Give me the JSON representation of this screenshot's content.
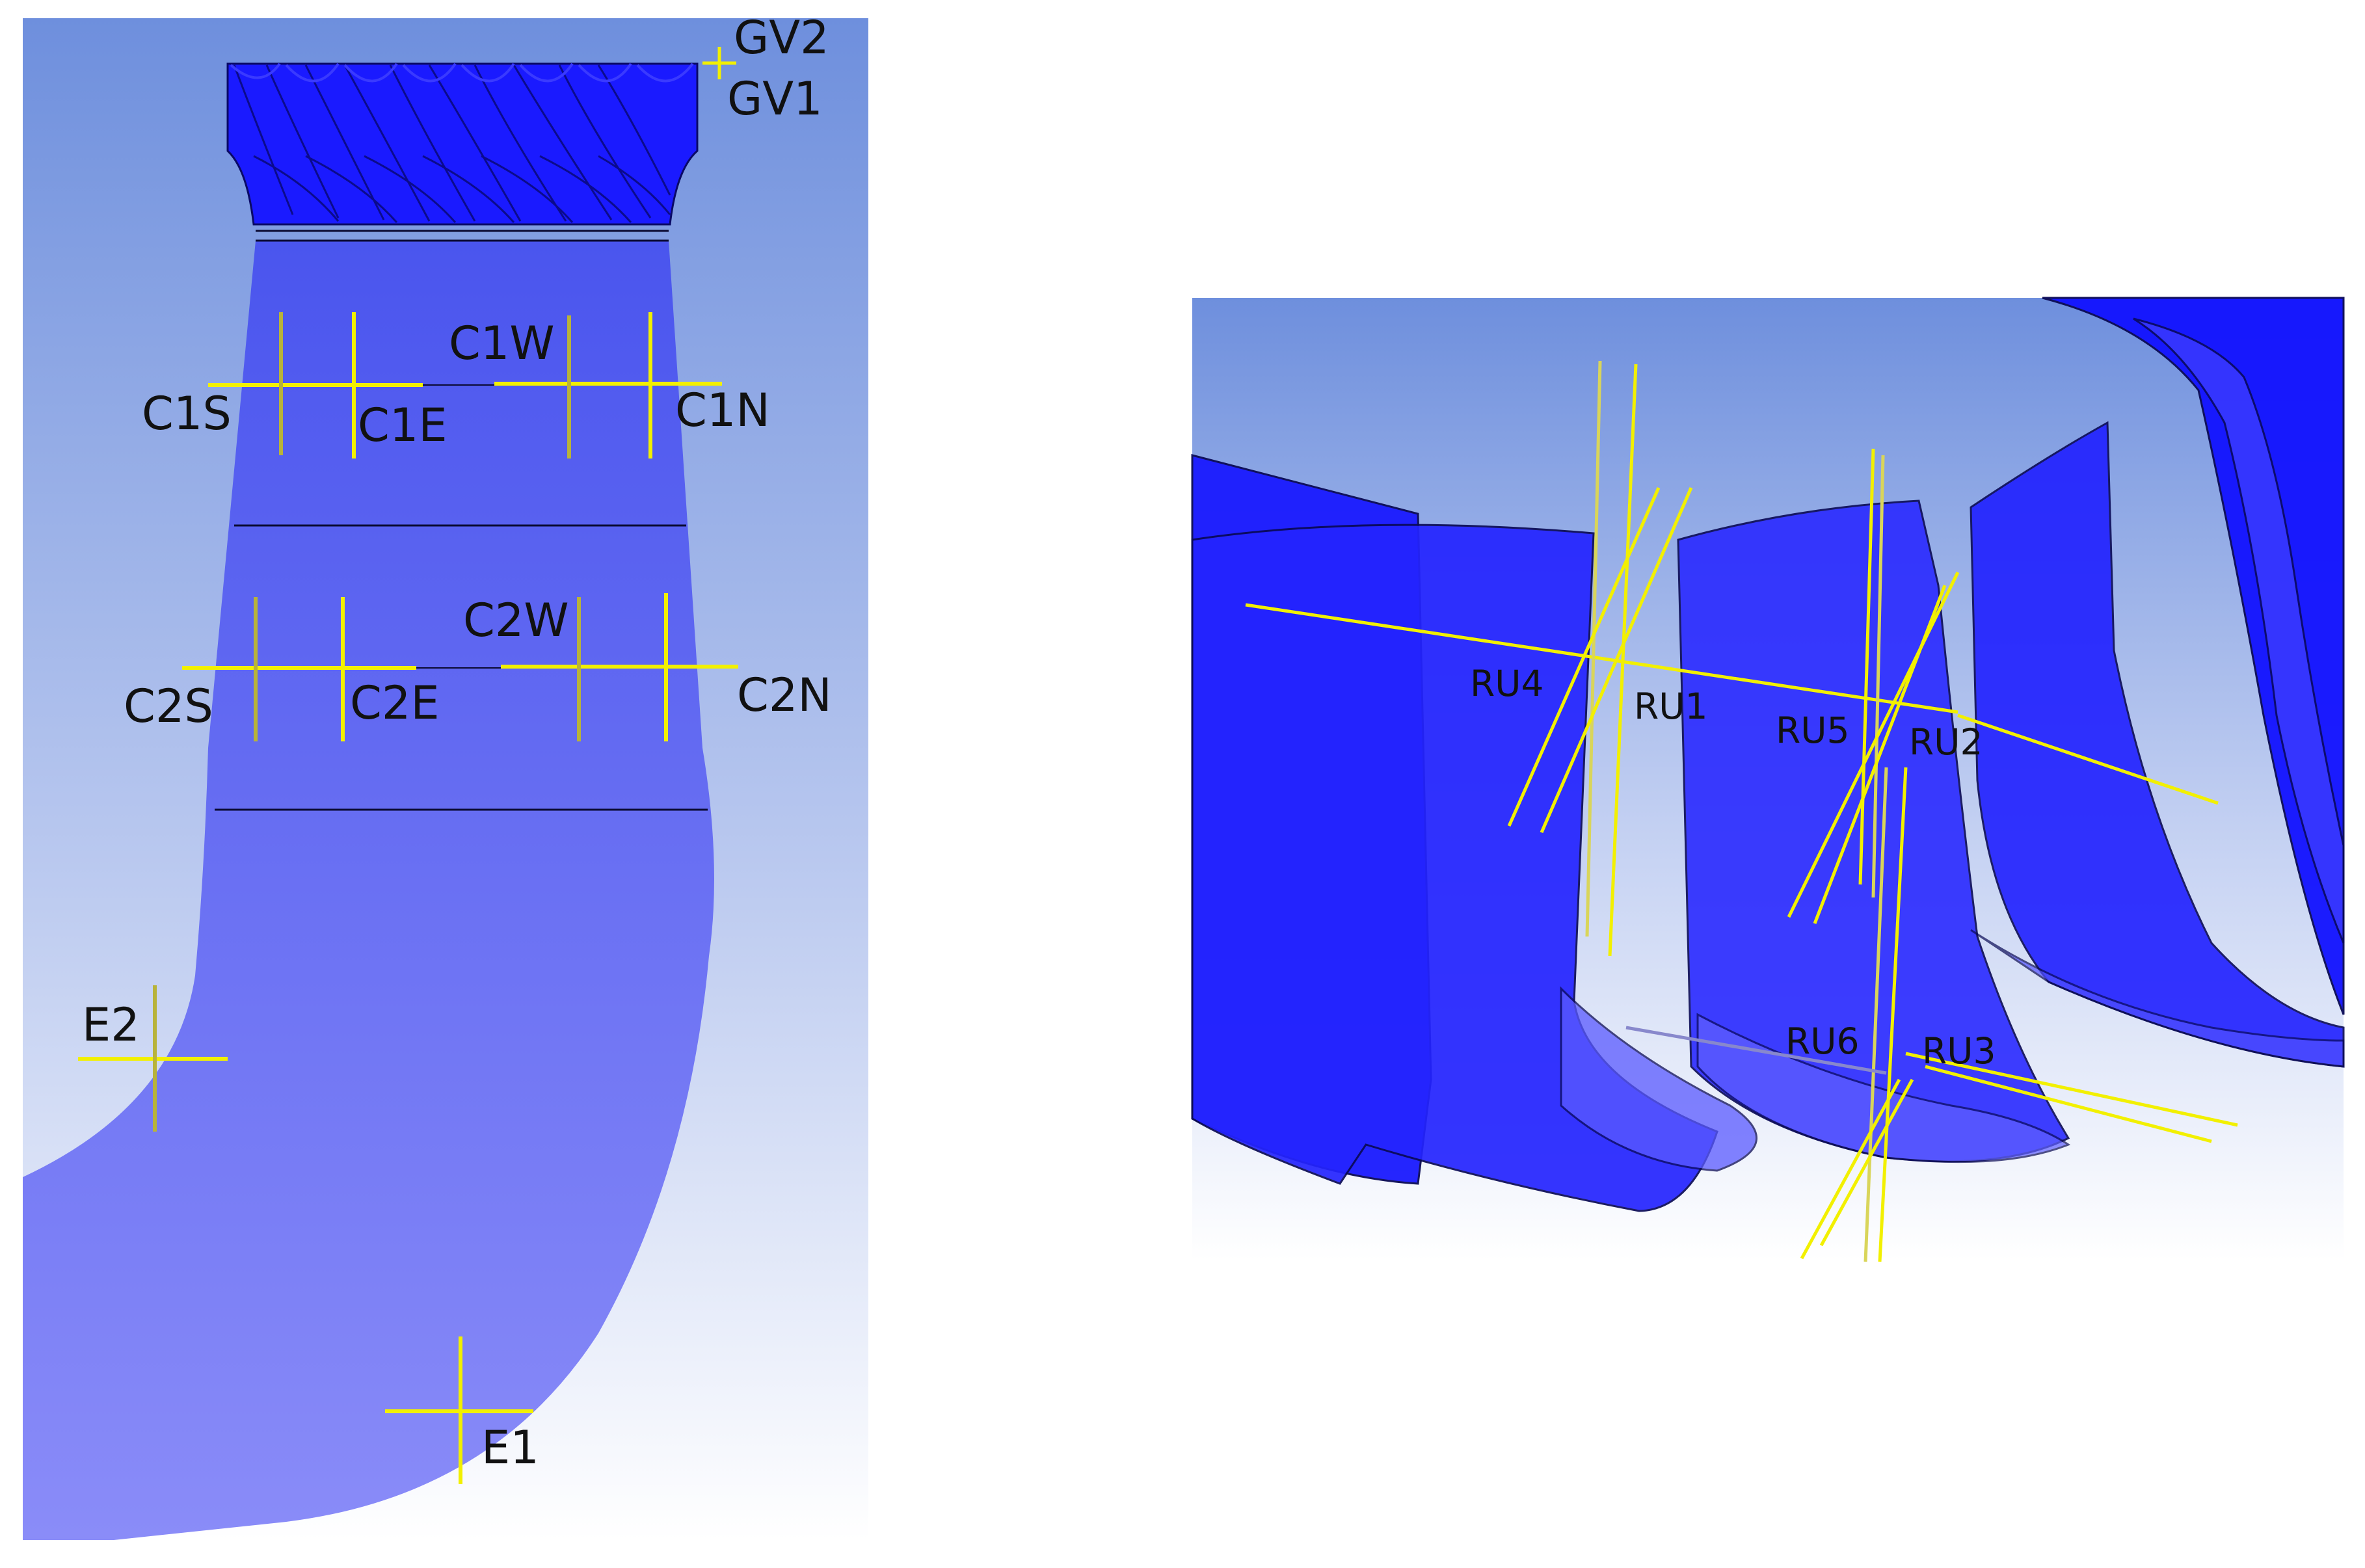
{
  "left_panel": {
    "labels": {
      "gv2": "GV2",
      "gv1": "GV1",
      "c1w": "C1W",
      "c1s": "C1S",
      "c1e": "C1E",
      "c1n": "C1N",
      "c2w": "C2W",
      "c2s": "C2S",
      "c2e": "C2E",
      "c2n": "C2N",
      "e2": "E2",
      "e1": "E1"
    }
  },
  "right_panel": {
    "labels": {
      "ru4": "RU4",
      "ru1": "RU1",
      "ru5": "RU5",
      "ru2": "RU2",
      "ru6": "RU6",
      "ru3": "RU3"
    }
  },
  "colors": {
    "probe": "#f2f000",
    "blade": "#1a1aff",
    "background_top": "#6f8fdc",
    "background_bottom": "#ffffff"
  }
}
